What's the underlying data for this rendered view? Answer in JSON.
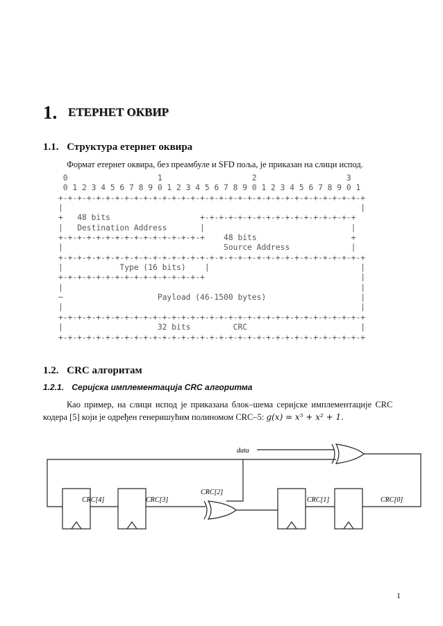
{
  "heading1": {
    "number": "1.",
    "title": "ЕТЕРНЕТ ОКВИР"
  },
  "section1_1": {
    "number": "1.1.",
    "title": "Структура етернет оквира"
  },
  "intro_text": "Формат етернет оквира, без преамбуле и SFD поља, је приказан на слици испод.",
  "frame_diagram": {
    "lines": [
      " 0                   1                   2                   3",
      " 0 1 2 3 4 5 6 7 8 9 0 1 2 3 4 5 6 7 8 9 0 1 2 3 4 5 6 7 8 9 0 1",
      "+-+-+-+-+-+-+-+-+-+-+-+-+-+-+-+-+-+-+-+-+-+-+-+-+-+-+-+-+-+-+-+-+",
      "|                                                               |",
      "+   48 bits                   +-+-+-+-+-+-+-+-+-+-+-+-+-+-+-+-+",
      "|   Destination Address       |                               |",
      "+-+-+-+-+-+-+-+-+-+-+-+-+-+-+-+    48 bits                    +",
      "|                                  Source Address             |",
      "+-+-+-+-+-+-+-+-+-+-+-+-+-+-+-+-+-+-+-+-+-+-+-+-+-+-+-+-+-+-+-+-+",
      "|            Type (16 bits)    |                                |",
      "+-+-+-+-+-+-+-+-+-+-+-+-+-+-+-+                                 |",
      "|                                                               |",
      "~                    Payload (46-1500 bytes)                    |",
      "|                                                               |",
      "+-+-+-+-+-+-+-+-+-+-+-+-+-+-+-+-+-+-+-+-+-+-+-+-+-+-+-+-+-+-+-+-+",
      "|                    32 bits         CRC                        |",
      "+-+-+-+-+-+-+-+-+-+-+-+-+-+-+-+-+-+-+-+-+-+-+-+-+-+-+-+-+-+-+-+-+"
    ]
  },
  "section1_2": {
    "number": "1.2.",
    "title": "CRC алгоритам"
  },
  "section1_2_1": {
    "number": "1.2.1.",
    "title": "Серијска имплементација CRC алгоритма"
  },
  "crc_text": {
    "line1": "Као пример, на слици испод је приказана блок–шема серијске имплементације CRC",
    "line2_prefix": "кодера [5] који је одређен генеришућим полиномом CRC–5: ",
    "formula": "g(x) = x⁵ + x² + 1."
  },
  "crc_diagram": {
    "input_label": "data",
    "registers": [
      "CRC[4]",
      "CRC[3]",
      "CRC[2]",
      "CRC[1]",
      "CRC[0]"
    ]
  },
  "page_number": "1"
}
